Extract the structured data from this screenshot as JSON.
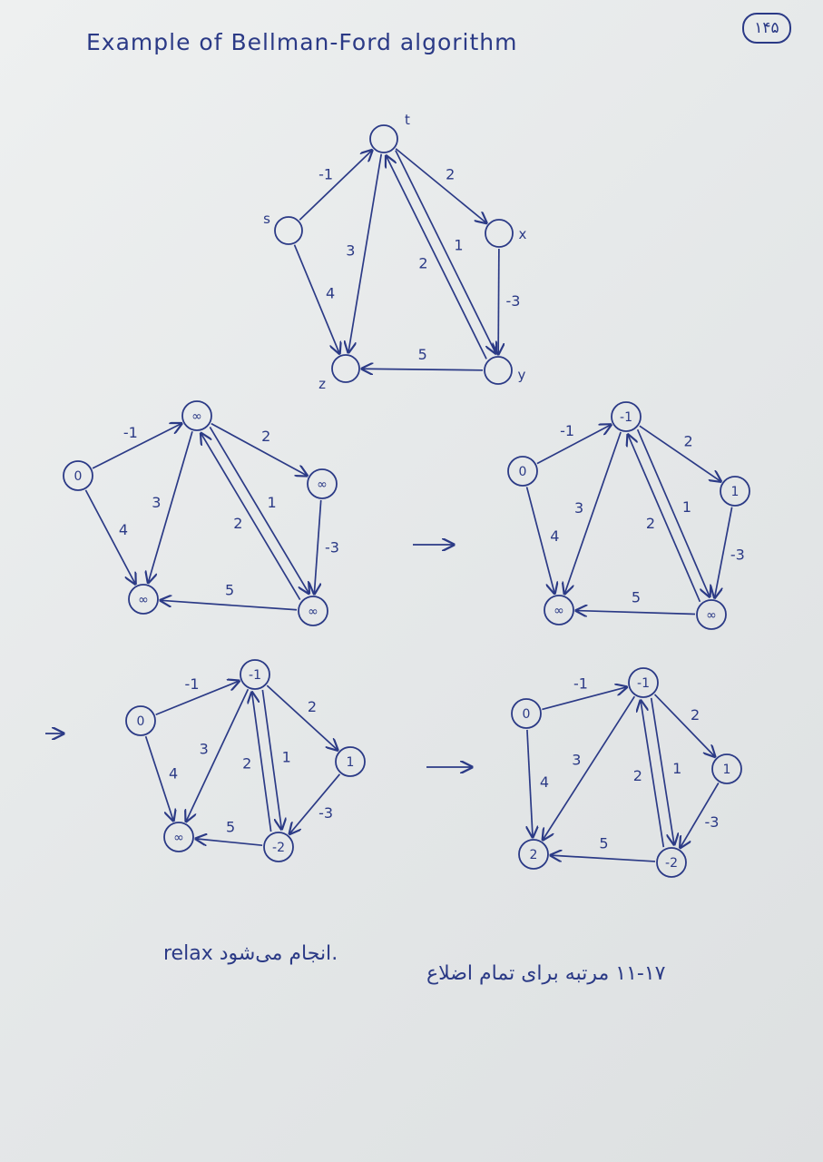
{
  "header": {
    "title": "Example of Bellman-Ford algorithm",
    "page_number": "۱۴۵"
  },
  "edge_labels": {
    "s_t": "-1",
    "s_z": "4",
    "t_x": "2",
    "t_z": "3",
    "t_y": "1",
    "y_t": "2",
    "x_y": "-3",
    "y_z": "5"
  },
  "diagrams": [
    {
      "id": "original",
      "vertex_labels": {
        "s": "s",
        "t": "t",
        "x": "x",
        "y": "y",
        "z": "z"
      },
      "values": {
        "s": "",
        "t": "",
        "x": "",
        "y": "",
        "z": ""
      }
    },
    {
      "id": "init",
      "values": {
        "s": "0",
        "t": "∞",
        "x": "∞",
        "y": "∞",
        "z": "∞"
      }
    },
    {
      "id": "iter1",
      "values": {
        "s": "0",
        "t": "-1",
        "x": "1",
        "y": "∞",
        "z": "∞"
      }
    },
    {
      "id": "iter2",
      "values": {
        "s": "0",
        "t": "-1",
        "x": "1",
        "y": "-2",
        "z": "∞"
      }
    },
    {
      "id": "iter3",
      "values": {
        "s": "0",
        "t": "-1",
        "x": "1",
        "y": "-2",
        "z": "2"
      }
    }
  ],
  "notes": {
    "relax_note": "relax انجام می‌شود.",
    "order_note": "۱۱-۱۷ مرتبه برای تمام اضلاع"
  },
  "colors": {
    "ink": "#2b3a86",
    "paper": "#e6e9ea"
  }
}
